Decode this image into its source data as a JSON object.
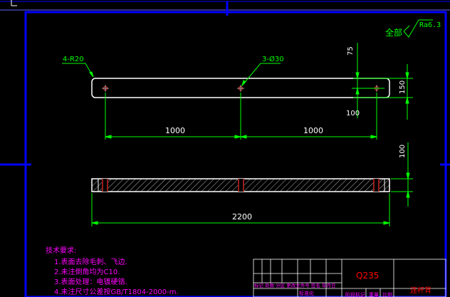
{
  "drawing": {
    "roughness_prefix": "全部",
    "roughness_value": "Ra6.3",
    "callout_radius": "4-R20",
    "callout_holes": "3-Ø30",
    "dim_left_spacing": "1000",
    "dim_right_spacing": "1000",
    "dim_overall_length": "2200",
    "dim_top_offset": "75",
    "dim_plate_height": "150",
    "dim_hole_offset": "100",
    "dim_side_thickness": "100"
  },
  "notes": {
    "heading": "技术要求:",
    "items": [
      "1.表面去除毛刺、飞边.",
      "2.未注倒角均为C10.",
      "3.表面处理：电镀硬铬.",
      "4.未注尺寸公差按GB/T1804-2000-m."
    ]
  },
  "title_block": {
    "material": "Q235",
    "part_name": "连杆背",
    "revision_header": "标记 处数 分区 更改文件号 签名 年月日",
    "cell_design": "标准化",
    "cell_stage": "阶段标记",
    "cell_weight": "重量",
    "cell_scale": "比例"
  },
  "colors": {
    "background": "#000000",
    "frame": "#0000ff",
    "outline": "#ffffff",
    "dimension": "#00ff00",
    "note_text": "#ff00ff",
    "material_text": "#ff0000",
    "hatch": "#ffffff"
  }
}
